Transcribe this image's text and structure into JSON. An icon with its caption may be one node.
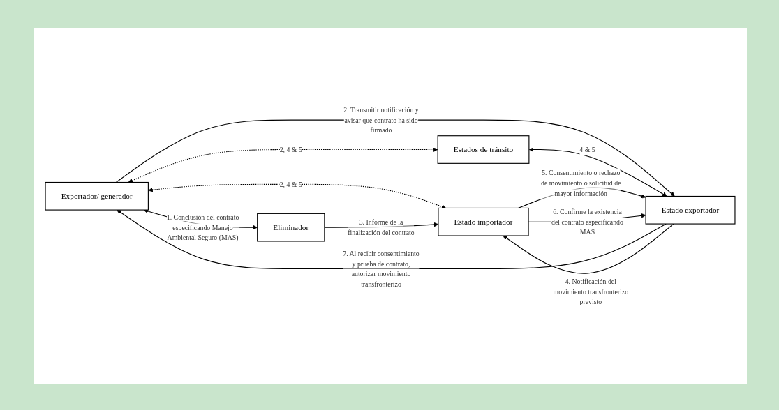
{
  "diagram": {
    "nodes": [
      {
        "text": [
          "Exportador/ generador"
        ]
      },
      {
        "text": [
          "Eliminador"
        ]
      },
      {
        "text": [
          "Estados de tránsito"
        ]
      },
      {
        "text": [
          "Estado exportador"
        ]
      },
      {
        "text": [
          "Estado importador"
        ]
      }
    ],
    "edges": [
      {
        "from": 0,
        "to": 1,
        "arrow": "both",
        "label": "1. Conclusión del contrato especificando Manejo Ambiental Seguro (MAS)"
      },
      {
        "from": 0,
        "to": 2,
        "arrow": "both",
        "style": "dashed",
        "label": "2, 4 & 5"
      },
      {
        "from": 0,
        "to": 3,
        "arrow": "to",
        "label": "2. Transmitir notificación y avisar que contrato ha sido firmado"
      },
      {
        "from": 3,
        "to": 0,
        "arrow": "to",
        "label": "7. Al recibir consentimiento y prueba de contrato, autorizar movimiento transfronterizo"
      },
      {
        "from": 0,
        "to": 4,
        "arrow": "both",
        "style": "dashed",
        "label": "2, 4 & 5"
      },
      {
        "from": 1,
        "to": 4,
        "arrow": "to",
        "label": "3. Informe de la finalización del contrato"
      },
      {
        "from": 2,
        "to": 3,
        "arrow": "both",
        "label": "4 & 5"
      },
      {
        "from": 3,
        "to": 4,
        "arrow": "to",
        "label": "4. Notificación del movimiento transfronterizo previsto"
      },
      {
        "from": 4,
        "to": 3,
        "arrow": "to",
        "label": "5. Consentimiento o rechazo de movimiento o solicitud de mayor información"
      },
      {
        "from": 4,
        "to": 3,
        "arrow": "to",
        "label": "6. Confirme la existencia del contrato especificando MAS"
      }
    ]
  }
}
